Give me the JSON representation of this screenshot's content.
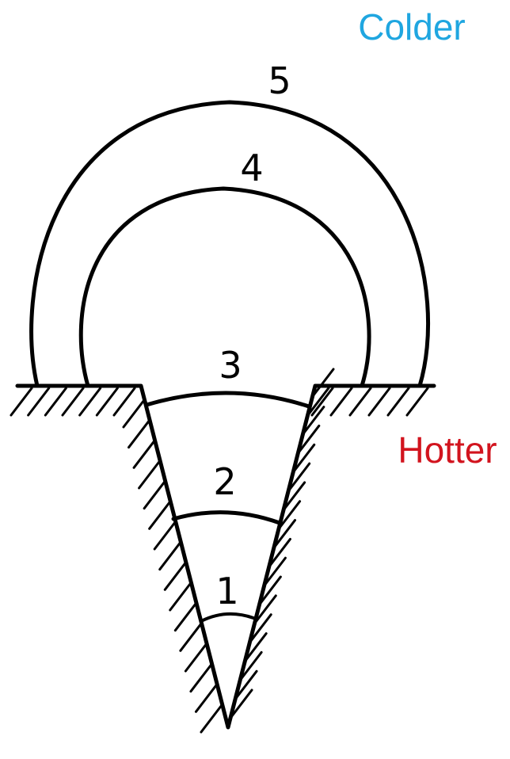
{
  "labels": {
    "colder": "Colder",
    "hotter": "Hotter",
    "isotherms": [
      "1",
      "2",
      "3",
      "4",
      "5"
    ]
  },
  "colors": {
    "colder": "#1fa6e0",
    "hotter": "#d2141e",
    "ink": "#000000"
  }
}
